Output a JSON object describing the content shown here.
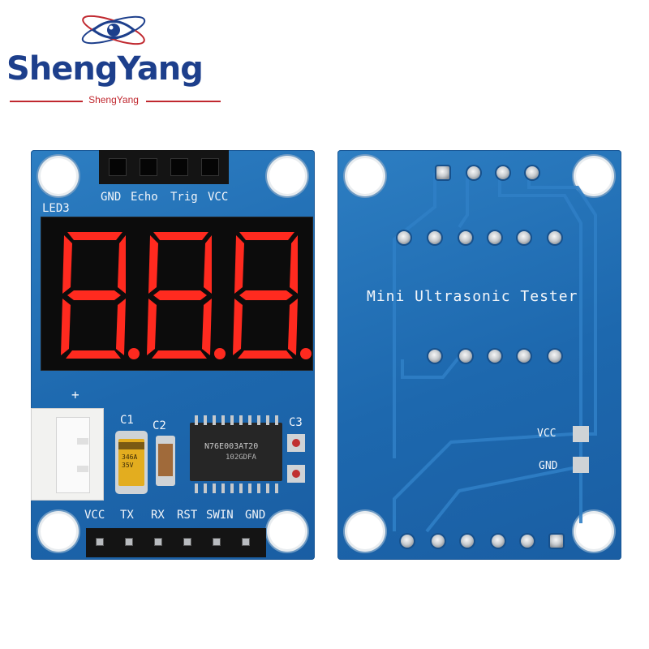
{
  "brand": {
    "name": "ShengYang",
    "subtitle": "ShengYang"
  },
  "front": {
    "header_labels_top": [
      "GND",
      "Echo",
      "Trig",
      "VCC"
    ],
    "display_label": "LED3",
    "plus_mark": "+",
    "c1_label": "C1",
    "c2_label": "C2",
    "c3_label": "C3",
    "cap_marking": "346A 35V",
    "chip_line1": "N76E003AT20",
    "chip_line2": "102GDFA",
    "header_labels_bottom": [
      "VCC",
      "TX",
      "RX",
      "RST",
      "SWIN",
      "GND"
    ]
  },
  "back": {
    "title": "Mini Ultrasonic Tester",
    "vcc_label": "VCC",
    "gnd_label": "GND"
  },
  "colors": {
    "pcb": "#1d68ae",
    "led": "#ff2a1f",
    "brand": "#1d3f8c",
    "accent": "#c0282f"
  }
}
